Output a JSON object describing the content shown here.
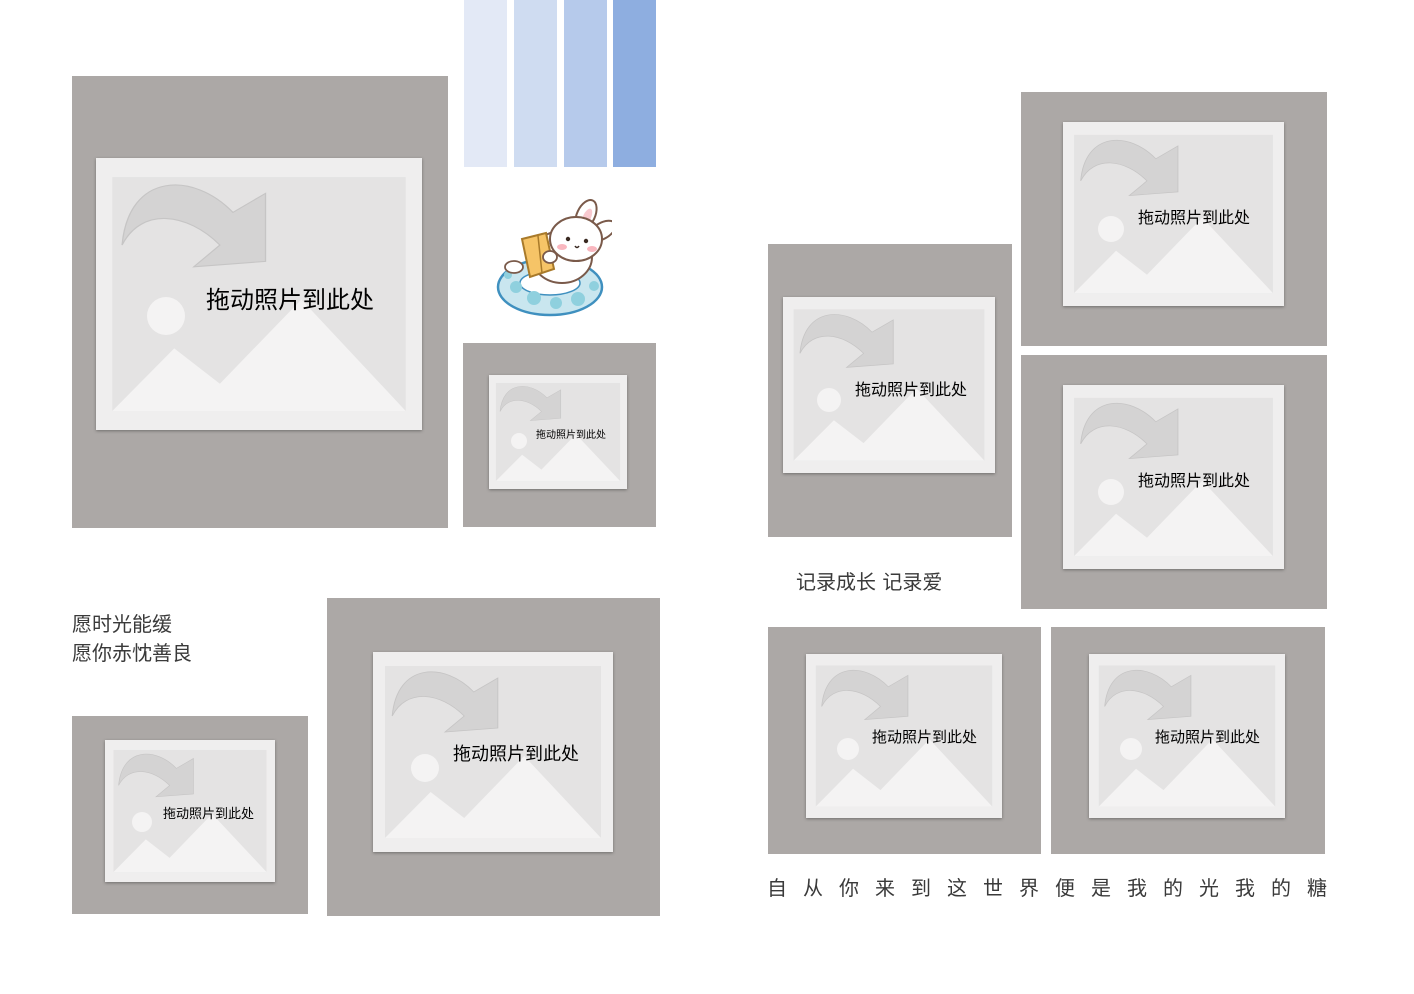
{
  "placeholder_label": "拖动照片到此处",
  "palette": {
    "swatches": [
      "#e3e9f6",
      "#cfdcf1",
      "#b6caeb",
      "#8eaee0"
    ],
    "frame_color": "#aca8a6"
  },
  "texts": {
    "wish_line_1": "愿时光能缓",
    "wish_line_2": "愿你赤忱善良",
    "record": "记录成长 记录爱",
    "quote_chars": [
      "自",
      "从",
      "你",
      "来",
      "到",
      "这",
      "世",
      "界",
      "便",
      "是",
      "我",
      "的",
      "光",
      "我",
      "的",
      "糖"
    ]
  },
  "sticker": {
    "icon": "bunny-reading-on-float-icon"
  }
}
